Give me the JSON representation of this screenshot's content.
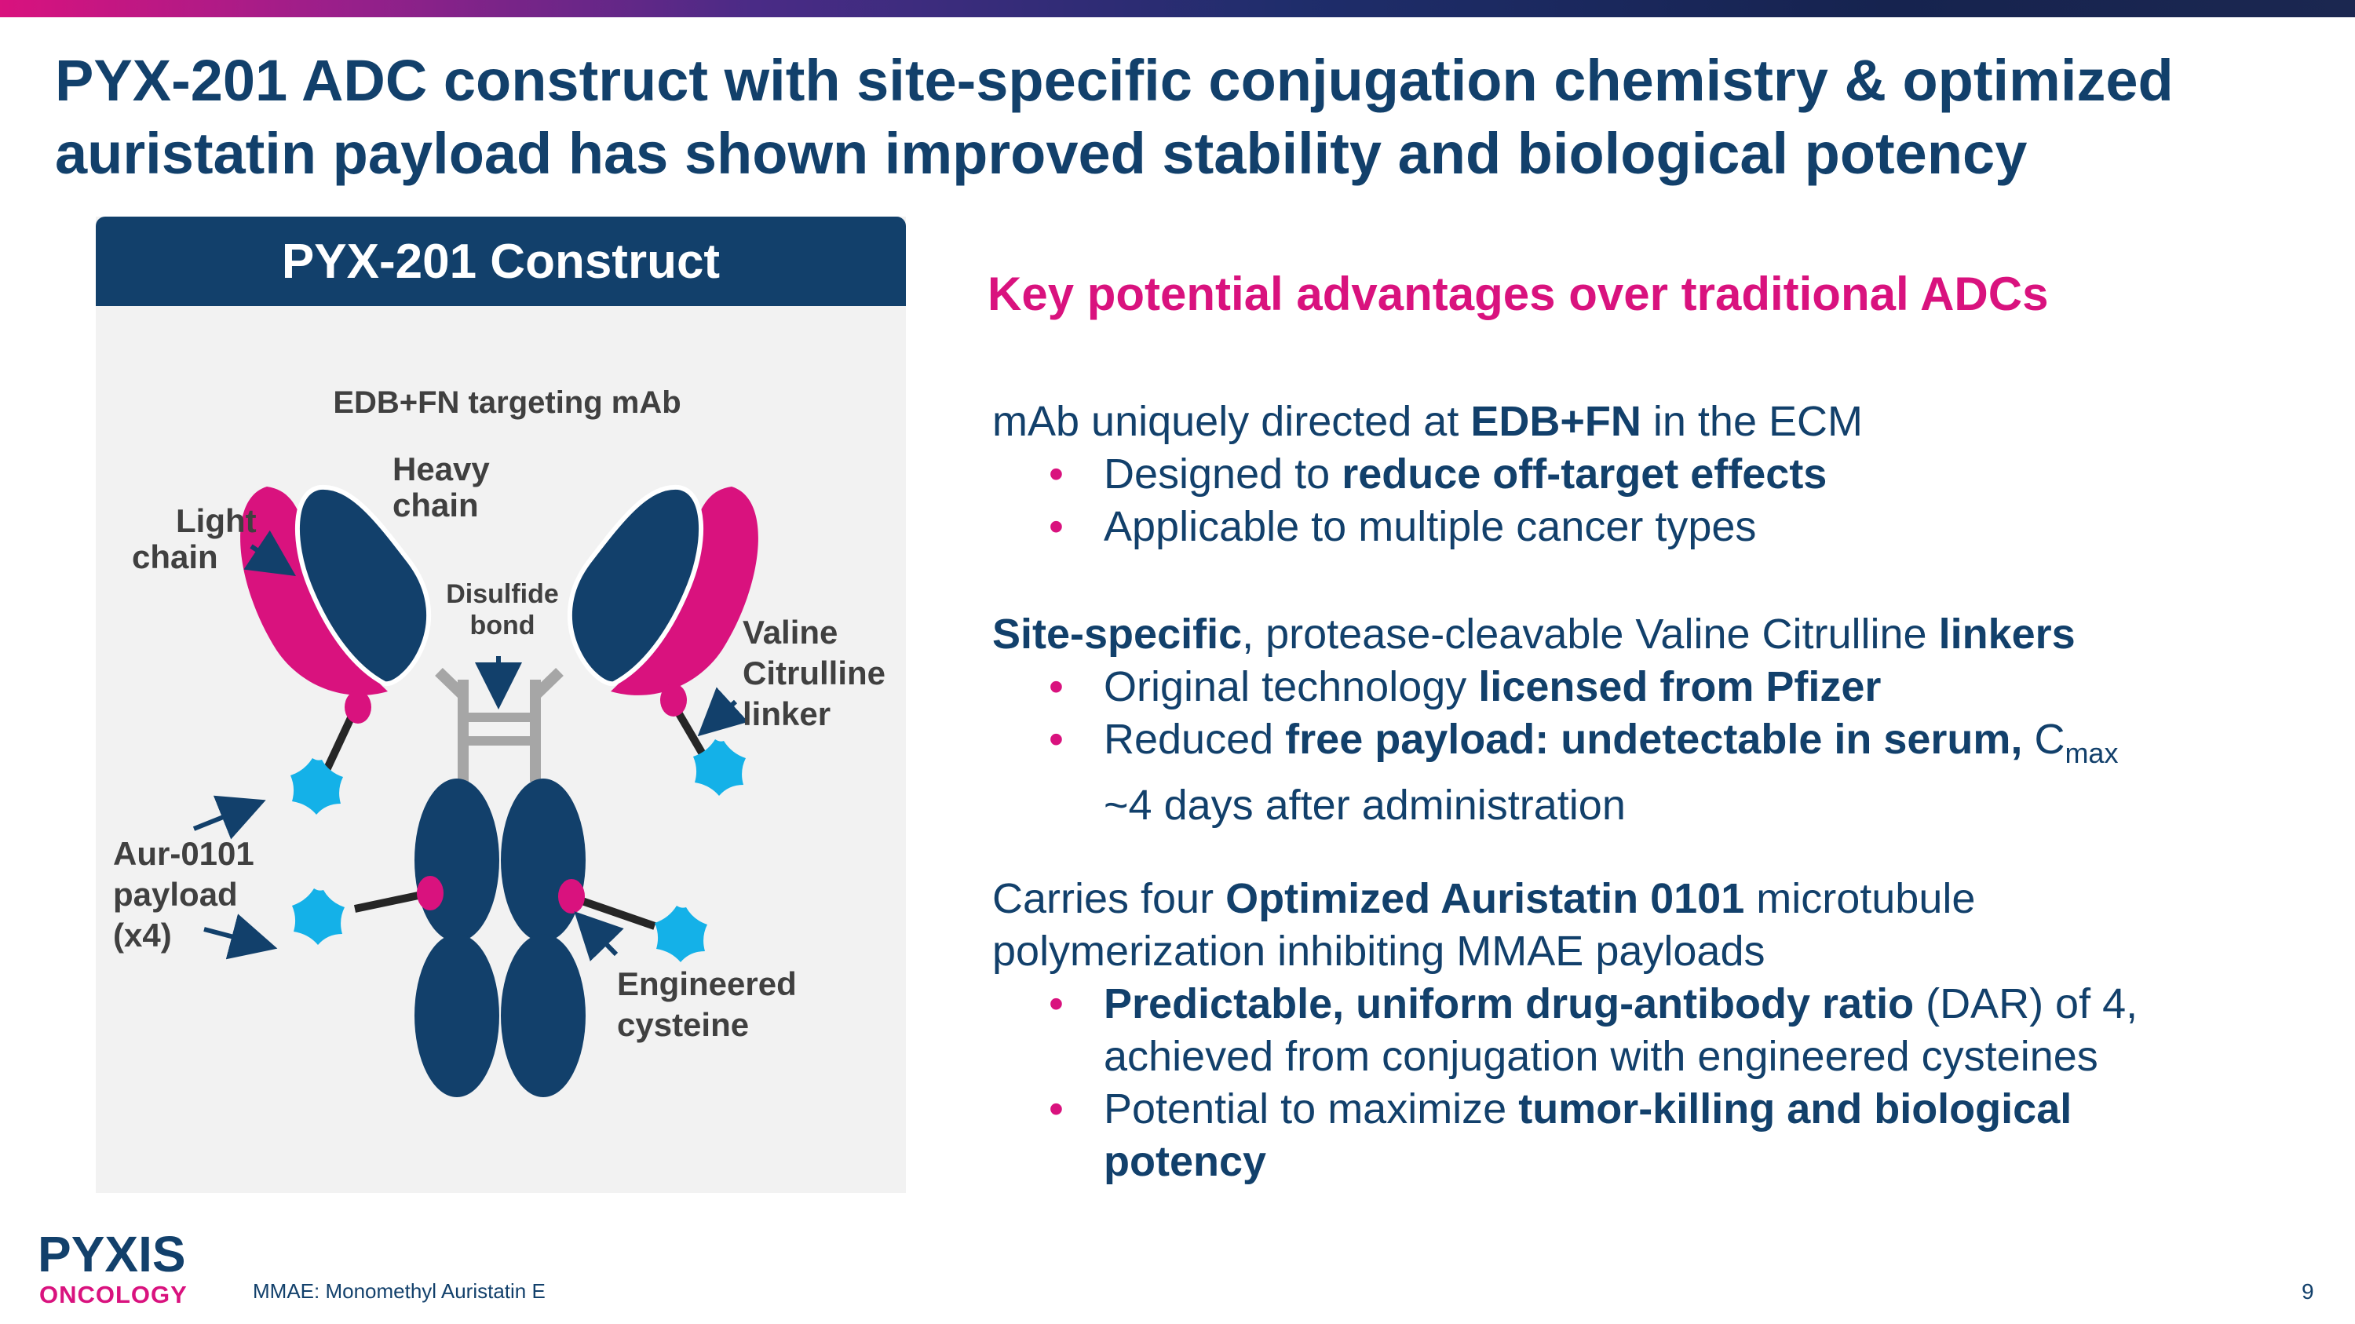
{
  "colors": {
    "navy": "#12406b",
    "magenta": "#d9127e",
    "cyan": "#14b1e8",
    "panel_bg": "#f2f2f2",
    "gray_text": "#404040"
  },
  "title": {
    "line1": "PYX-201 ADC construct with site-specific conjugation chemistry & optimized",
    "line2": "auristatin payload has shown improved stability and biological potency"
  },
  "panel": {
    "header": "PYX-201 Construct",
    "labels": {
      "mab": "EDB+FN targeting mAb",
      "heavy_1": "Heavy",
      "heavy_2": "chain",
      "light_1": "Light",
      "light_2": "chain",
      "disulfide_1": "Disulfide",
      "disulfide_2": "bond",
      "valine_1": "Valine",
      "valine_2": "Citrulline",
      "valine_3": "linker",
      "aur_1": "Aur-0101",
      "aur_2": "payload",
      "aur_3": "(x4)",
      "cys_1": "Engineered",
      "cys_2": "cysteine"
    }
  },
  "advantages": {
    "heading": "Key potential advantages over traditional ADCs",
    "s1": {
      "a": "mAb uniquely directed at ",
      "b": "EDB+FN",
      "c": " in the ECM",
      "b1a": "Designed to ",
      "b1b": "reduce off-target effects",
      "b2": "Applicable to multiple cancer types"
    },
    "s2": {
      "a": "Site-specific",
      "b": ", protease-cleavable Valine Citrulline ",
      "c": "linkers",
      "b1a": "Original technology ",
      "b1b": "licensed from Pfizer",
      "b2a": "Reduced ",
      "b2b": "free payload: undetectable in serum,",
      "b2c": " C",
      "b2sub": "max",
      "b2d": "~4 days after administration"
    },
    "s3": {
      "a": "Carries four ",
      "b": "Optimized Auristatin 0101",
      "c": " microtubule",
      "d": "polymerization inhibiting MMAE payloads",
      "b1a": "Predictable, uniform drug-antibody ratio",
      "b1b": " (DAR) of 4,",
      "b1c": "achieved from conjugation with engineered cysteines",
      "b2a": "Potential to maximize ",
      "b2b": "tumor-killing and biological",
      "b2c": "potency"
    },
    "bullet": "•"
  },
  "logo": {
    "top": "PYXIS",
    "bottom": "ONCOLOGY"
  },
  "footnote": "MMAE: Monomethyl Auristatin E",
  "page_number": "9"
}
